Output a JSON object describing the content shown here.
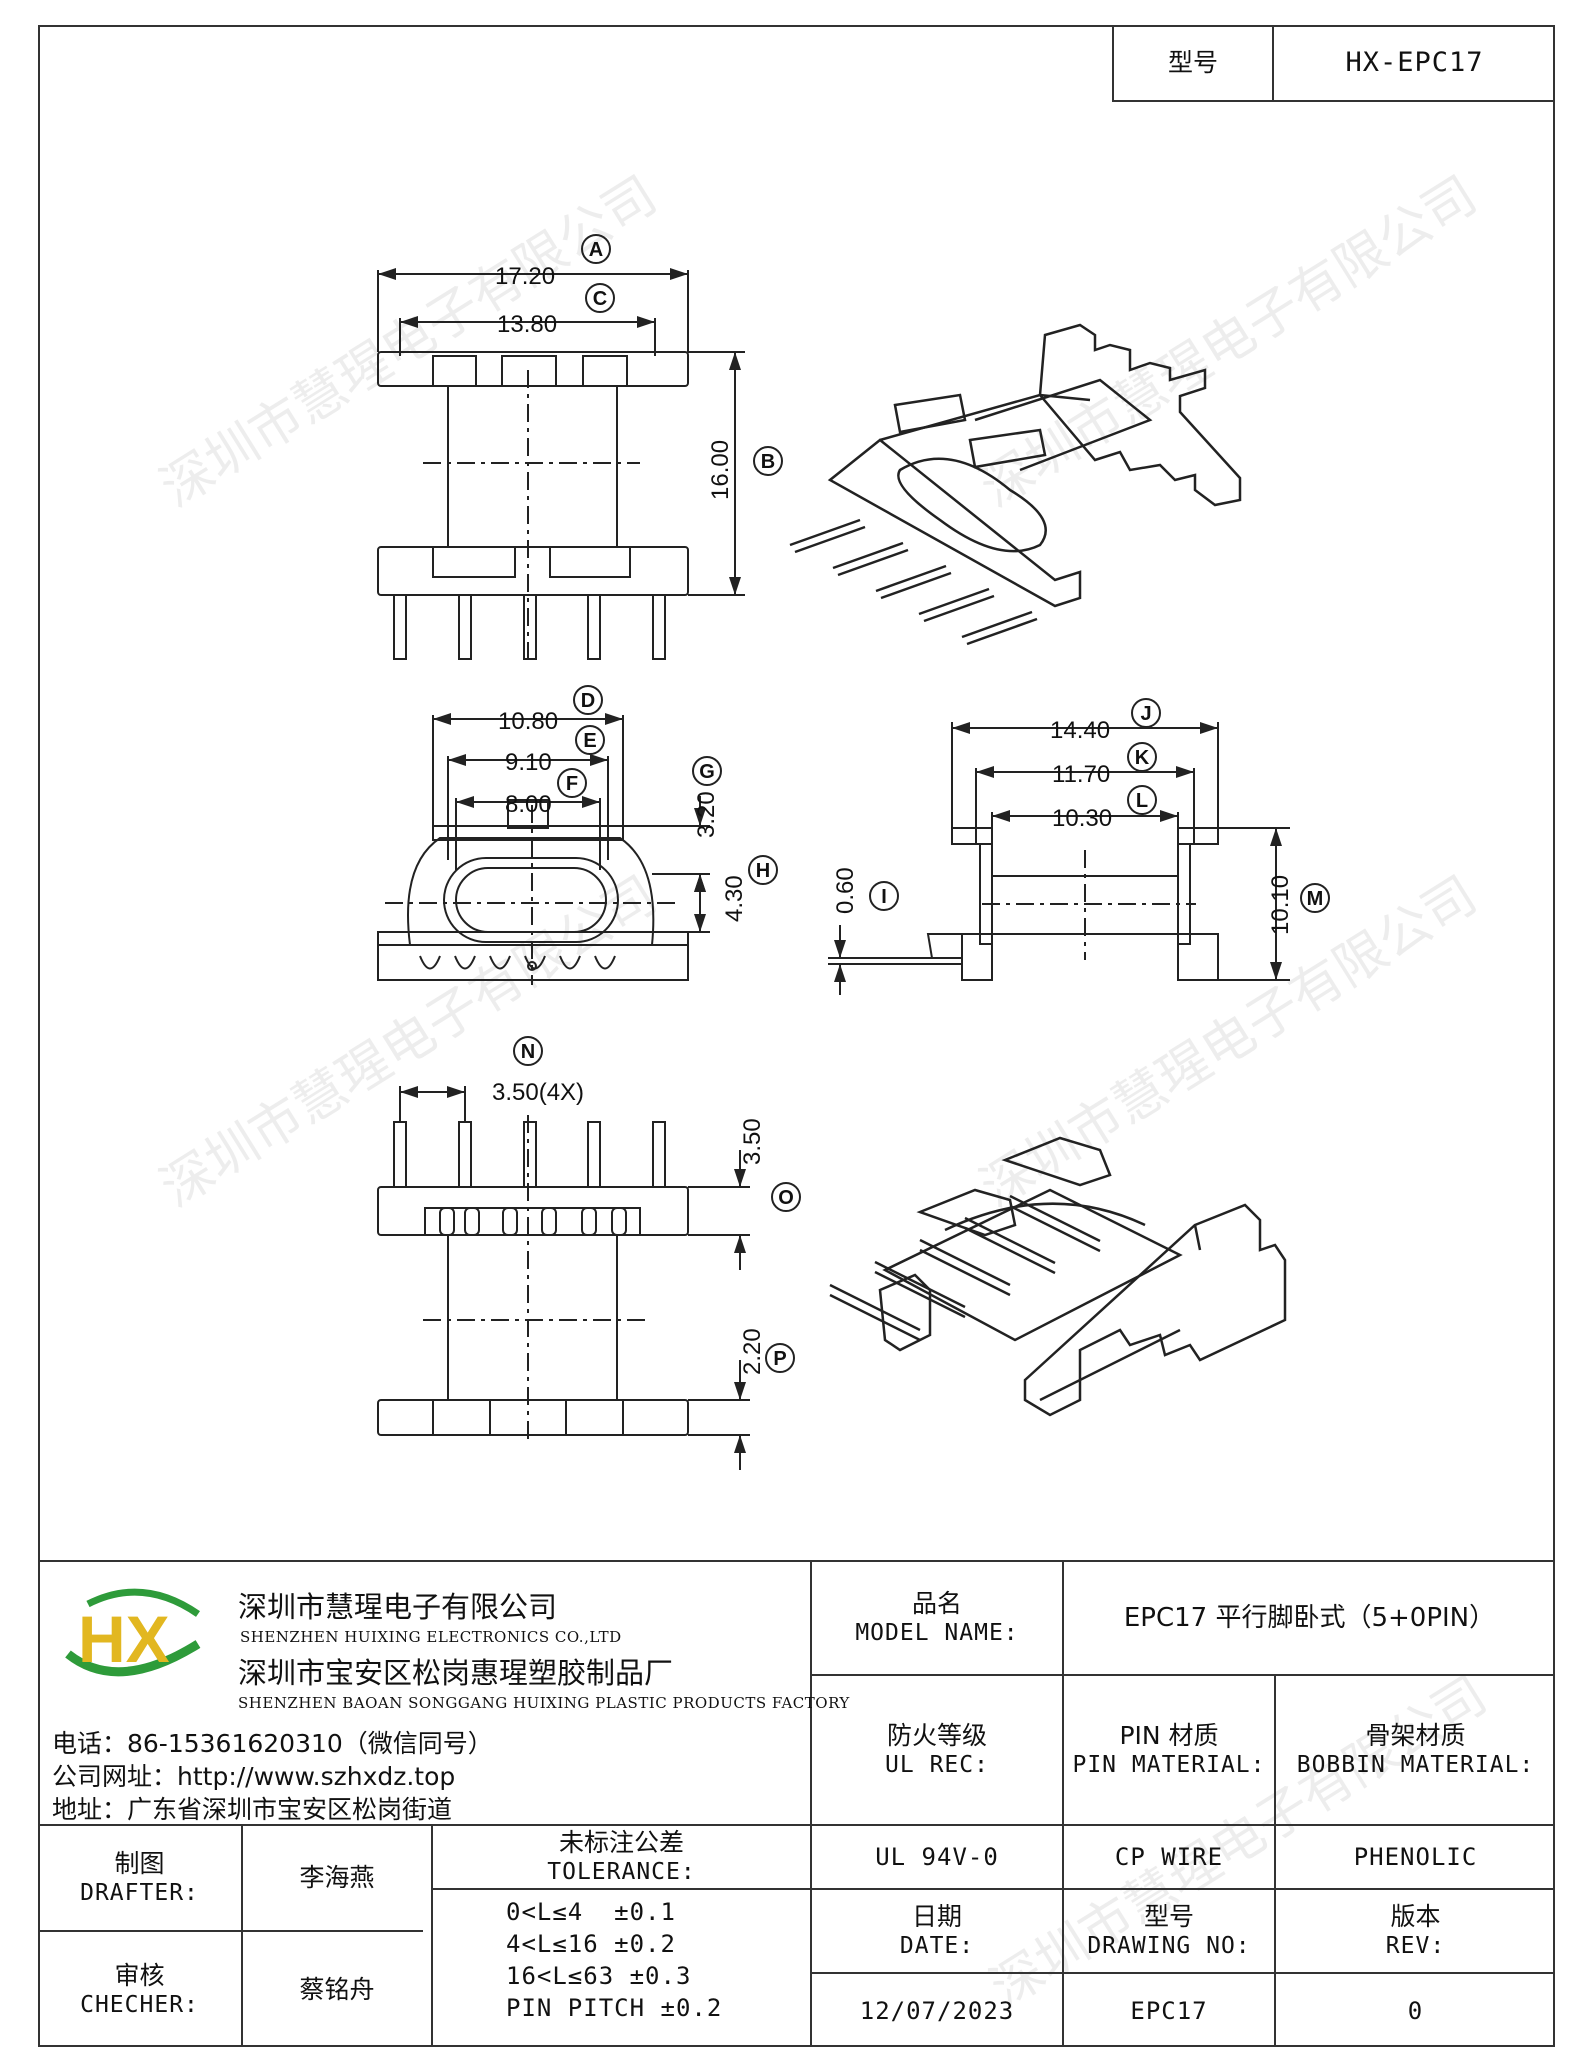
{
  "header": {
    "model_label": "型号",
    "model_value": "HX-EPC17"
  },
  "dimensions": {
    "A": "17.20",
    "B": "16.00",
    "C": "13.80",
    "D": "10.80",
    "E": "9.10",
    "F": "8.00",
    "G": "3.20",
    "H": "4.30",
    "I": "0.60",
    "J": "14.40",
    "K": "11.70",
    "L": "10.30",
    "M": "10.10",
    "N": "3.50(4X)",
    "O": "3.50",
    "P": "2.20"
  },
  "company": {
    "logo_text": "HX",
    "name_cn": "深圳市慧瑆电子有限公司",
    "name_en": "SHENZHEN HUIXING ELECTRONICS CO.,LTD",
    "factory_cn": "深圳市宝安区松岗惠瑆塑胶制品厂",
    "factory_en": "SHENZHEN BAOAN SONGGANG HUIXING PLASTIC PRODUCTS FACTORY",
    "phone": "电话：86-15361620310（微信同号）",
    "website": "公司网址：http://www.szhxdz.top",
    "address": "地址：广东省深圳市宝安区松岗街道"
  },
  "watermark": "深圳市慧瑆电子有限公司",
  "title_block": {
    "model_name_cn": "品名",
    "model_name_en": "MODEL NAME:",
    "model_name_value": "EPC17 平行脚卧式（5+0PIN）",
    "ul_cn": "防火等级",
    "ul_en": "UL REC:",
    "ul_value": "UL 94V-0",
    "pin_cn": "PIN 材质",
    "pin_en": "PIN MATERIAL:",
    "pin_value": "CP WIRE",
    "bobbin_cn": "骨架材质",
    "bobbin_en": "BOBBIN MATERIAL:",
    "bobbin_value": "PHENOLIC",
    "drafter_cn": "制图",
    "drafter_en": "DRAFTER:",
    "drafter_value": "李海燕",
    "checker_cn": "审核",
    "checker_en": "CHECHER:",
    "checker_value": "蔡铭舟",
    "tolerance_cn": "未标注公差",
    "tolerance_en": "TOLERANCE:",
    "tolerance_lines": [
      "0<L≤4  ±0.1",
      "4<L≤16 ±0.2",
      "16<L≤63 ±0.3",
      "PIN PITCH ±0.2"
    ],
    "date_cn": "日期",
    "date_en": "DATE:",
    "date_value": "12/07/2023",
    "drawing_cn": "型号",
    "drawing_en": "DRAWING NO:",
    "drawing_value": "EPC17",
    "rev_cn": "版本",
    "rev_en": "REV:",
    "rev_value": "0"
  }
}
